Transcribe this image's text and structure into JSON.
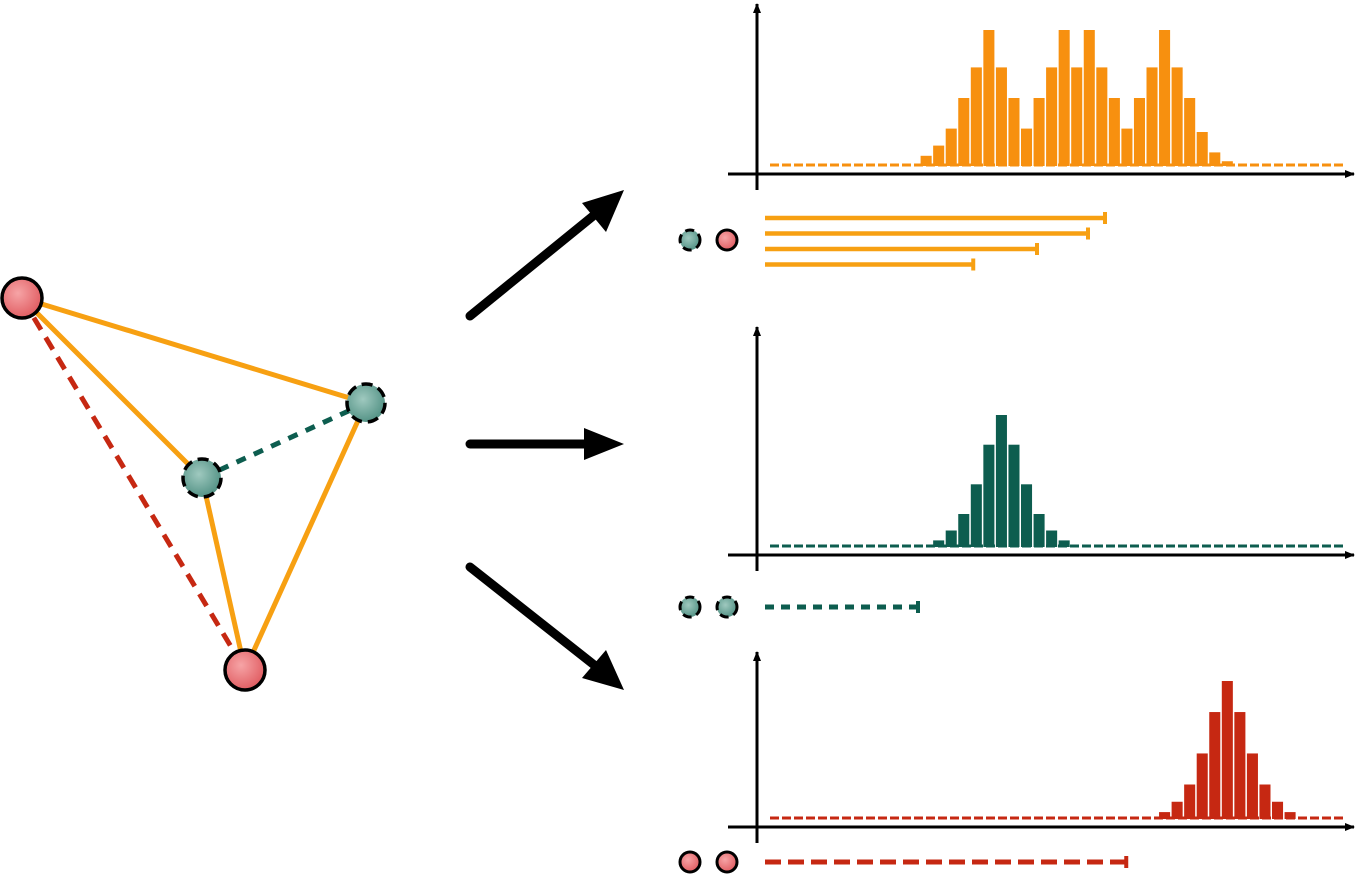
{
  "colors": {
    "orange": "#f7a012",
    "orange_bar": "#f7900f",
    "teal": "#0d5d4f",
    "teal_node": "#5f9e91",
    "red": "#c62812",
    "red_node": "#e36a6d",
    "red_dash": "#c62812",
    "axis": "#000000"
  },
  "graph": {
    "nodes": [
      {
        "id": "a",
        "kind": "red"
      },
      {
        "id": "b",
        "kind": "teal-dashed"
      },
      {
        "id": "c",
        "kind": "teal-dashed"
      },
      {
        "id": "d",
        "kind": "red"
      }
    ],
    "edges": [
      {
        "from": "a",
        "to": "b",
        "style": "orange-solid"
      },
      {
        "from": "a",
        "to": "c",
        "style": "orange-solid"
      },
      {
        "from": "b",
        "to": "d",
        "style": "orange-solid"
      },
      {
        "from": "c",
        "to": "d",
        "style": "orange-solid"
      },
      {
        "from": "a",
        "to": "d",
        "style": "red-dashed"
      },
      {
        "from": "c",
        "to": "b",
        "style": "teal-dashed"
      }
    ]
  },
  "arrows": [
    "up-right",
    "right",
    "down-right"
  ],
  "chart_data": [
    {
      "type": "bar",
      "series": "orange",
      "values": [
        0,
        0,
        0,
        0,
        0,
        0,
        0,
        0,
        0,
        0,
        0,
        0,
        1.5,
        3,
        5.5,
        10,
        14.5,
        20,
        14.5,
        10,
        5.5,
        10,
        14.5,
        20,
        14.5,
        20,
        14.5,
        10,
        5.5,
        10,
        14.5,
        20,
        14.5,
        10,
        5,
        2,
        0.7,
        0,
        0,
        0,
        0,
        0,
        0,
        0,
        0,
        0,
        0,
        0
      ],
      "pair": [
        "teal",
        "red"
      ],
      "distance_bars": [
        4,
        3.8,
        3.2,
        2.45
      ],
      "distance_bar_style": "solid"
    },
    {
      "type": "bar",
      "series": "teal",
      "values": [
        0,
        0,
        0,
        0,
        0,
        0,
        0,
        0,
        0,
        0,
        0,
        0,
        0,
        1,
        2.5,
        5,
        9.5,
        15.5,
        20,
        15.5,
        9.5,
        5,
        2.5,
        1,
        0,
        0,
        0,
        0,
        0,
        0,
        0,
        0,
        0,
        0,
        0,
        0,
        0,
        0,
        0,
        0,
        0,
        0,
        0,
        0,
        0,
        0,
        0,
        0,
        0
      ],
      "pair": [
        "teal",
        "teal"
      ],
      "distance_bars": [
        1.8
      ],
      "distance_bar_style": "dashed"
    },
    {
      "type": "bar",
      "series": "red",
      "values": [
        0,
        0,
        0,
        0,
        0,
        0,
        0,
        0,
        0,
        0,
        0,
        0,
        0,
        0,
        0,
        0,
        0,
        0,
        0,
        0,
        0,
        0,
        0,
        0,
        0,
        0,
        0,
        0,
        0,
        0,
        0,
        1,
        2.5,
        5,
        9.5,
        15.5,
        20,
        15.5,
        9.5,
        5,
        2.5,
        1,
        0,
        0,
        0,
        0,
        0
      ],
      "pair": [
        "red",
        "red"
      ],
      "distance_bars": [
        4.25
      ],
      "distance_bar_style": "dashed"
    }
  ]
}
